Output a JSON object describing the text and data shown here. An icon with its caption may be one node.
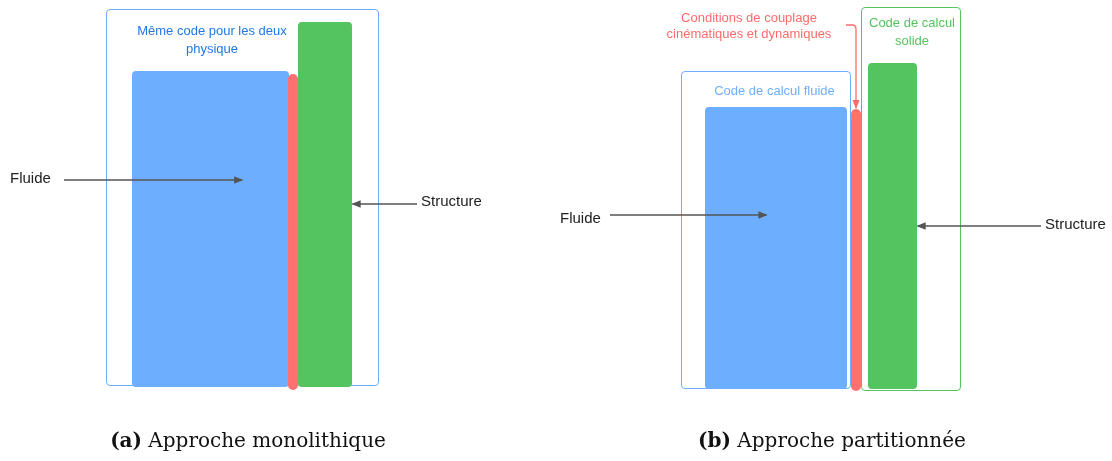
{
  "diagram": {
    "nodes": [
      {
        "text": [
          "Même code pour les deux physique"
        ]
      },
      {
        "text": [],
        "shape": "bar",
        "in": 0
      },
      {
        "text": [],
        "shape": "bar",
        "in": 0
      },
      {
        "text": [],
        "shape": "bar",
        "in": 0
      },
      {
        "text": [
          "Fluide"
        ]
      },
      {
        "text": [
          "Structure"
        ]
      },
      {
        "text": [
          "Conditions de couplage cinématiques et dynamiques"
        ]
      },
      {
        "text": [
          "Code de calcul solide"
        ]
      },
      {
        "text": [
          "Code de calcul fluide"
        ]
      },
      {
        "text": [],
        "shape": "bar",
        "in": 8
      },
      {
        "text": [],
        "shape": "bar"
      },
      {
        "text": [],
        "shape": "bar",
        "in": 7
      },
      {
        "text": [
          "Fluide"
        ]
      },
      {
        "text": [
          "Structure"
        ]
      }
    ],
    "edges": [
      {
        "from": 4,
        "to": 1,
        "arrow": "to"
      },
      {
        "from": 5,
        "to": 3,
        "arrow": "to"
      },
      {
        "from": 6,
        "to": 10,
        "arrow": "to",
        "color": "#ff6b6b"
      },
      {
        "from": 12,
        "to": 9,
        "arrow": "to"
      },
      {
        "from": 13,
        "to": 11,
        "arrow": "to"
      }
    ],
    "labels": [
      "**(a)** Approche monolithique",
      "**(b)** Approche partitionnée"
    ]
  }
}
